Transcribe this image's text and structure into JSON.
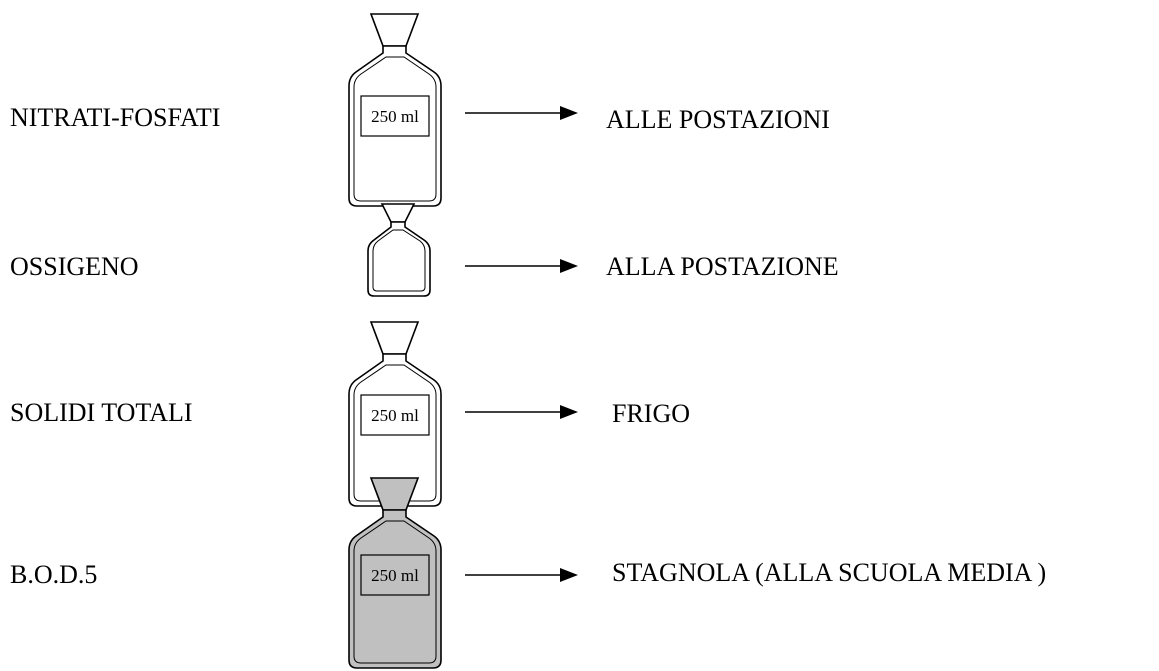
{
  "rows": [
    {
      "sample": "NITRATI-FOSFATI",
      "volume": "250 ml",
      "destination": "ALLE POSTAZIONI",
      "bottle": "large",
      "fill": "#ffffff"
    },
    {
      "sample": "OSSIGENO",
      "volume": "",
      "destination": "ALLA POSTAZIONE",
      "bottle": "small",
      "fill": "#ffffff"
    },
    {
      "sample": "SOLIDI TOTALI",
      "volume": "250 ml",
      "destination": "FRIGO",
      "bottle": "large",
      "fill": "#ffffff"
    },
    {
      "sample": "B.O.D.5",
      "volume": "250 ml",
      "destination": "STAGNOLA (ALLA SCUOLA MEDIA )",
      "bottle": "large",
      "fill": "#c0c0c0"
    }
  ],
  "icons": {
    "bottle": "bottle-icon",
    "arrow": "arrow-right-icon"
  }
}
